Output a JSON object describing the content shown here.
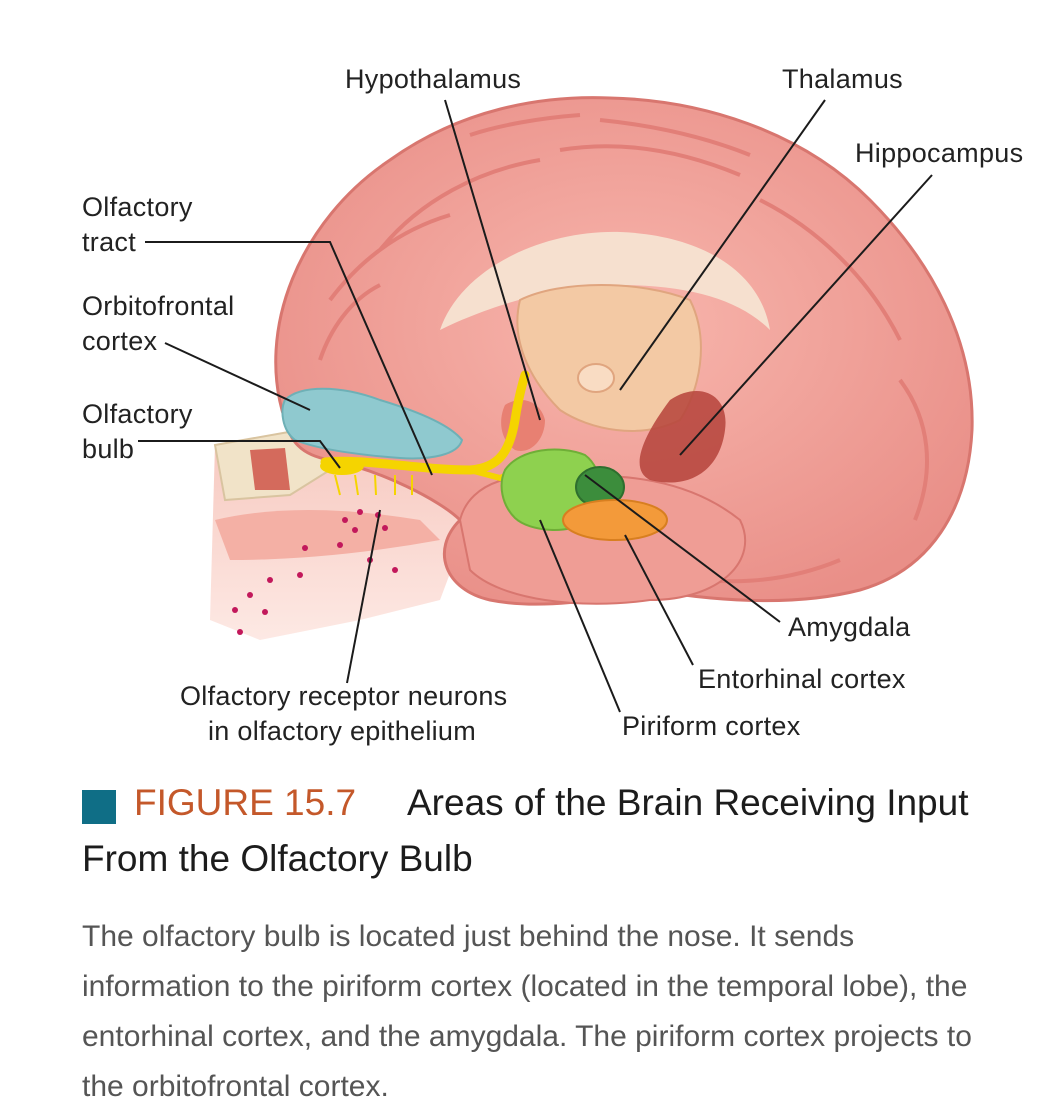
{
  "labels": {
    "hypothalamus": "Hypothalamus",
    "thalamus": "Thalamus",
    "hippocampus": "Hippocampus",
    "olfactory_tract": [
      "Olfactory",
      "tract"
    ],
    "orbitofrontal_cortex": [
      "Orbitofrontal",
      "cortex"
    ],
    "olfactory_bulb": [
      "Olfactory",
      "bulb"
    ],
    "amygdala": "Amygdala",
    "entorhinal_cortex": "Entorhinal cortex",
    "piriform_cortex": "Piriform cortex",
    "olfactory_receptor_neurons": [
      "Olfactory receptor neurons",
      "in olfactory epithelium"
    ]
  },
  "caption": {
    "figure_number": "FIGURE 15.7",
    "title_line1": "Areas of the Brain Receiving Input",
    "title_line2": "From the Olfactory Bulb",
    "body": "The olfactory bulb is located just behind the nose. It sends information to the piriform cortex (located in the temporal lobe), the entorhinal cortex, and the amygdala. The piriform cortex projects to the orbitofrontal cortex."
  },
  "colors": {
    "figure_square": "#0f6e86",
    "figure_number": "#c4582a",
    "brain": "#f2a39b",
    "orbitofrontal": "#8fc9cf",
    "olfactory_pathway": "#f5d400",
    "piriform": "#8ed14f",
    "amygdala": "#3c8d3c",
    "entorhinal": "#f39a3a",
    "hippocampus": "#b5433b",
    "thalamus": "#f3c9a4"
  }
}
